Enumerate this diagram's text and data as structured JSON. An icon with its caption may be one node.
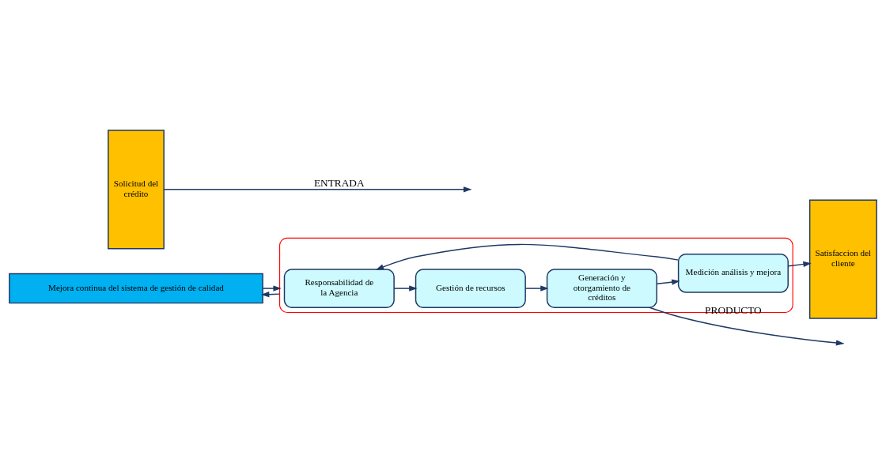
{
  "diagram": {
    "nodes": [
      {
        "text": [
          "Mejora continua del sistema de gestión de calidad"
        ]
      },
      {
        "text": [],
        "shape": "ellipse"
      },
      {
        "text": [
          "Responsabilidad de la Agencia"
        ],
        "in": 1
      },
      {
        "text": [
          "Gestión de recursos"
        ],
        "in": 1
      },
      {
        "text": [
          "Medición análisis y mejora"
        ],
        "in": 1
      },
      {
        "text": [
          "Generación y otorgamiento de créditos"
        ],
        "in": 1
      },
      {
        "text": [
          "Solicitud del crédito"
        ]
      },
      {
        "text": [
          "Satisfaccion del cliente"
        ]
      }
    ],
    "edges": [
      {
        "from": 0,
        "to": 1,
        "arrow": "to"
      },
      {
        "from": 1,
        "to": 0,
        "arrow": "to"
      },
      {
        "from": 2,
        "to": 3,
        "arrow": "to"
      },
      {
        "from": 3,
        "to": 5,
        "arrow": "to"
      },
      {
        "from": 5,
        "to": 4,
        "arrow": "to"
      },
      {
        "from": 4,
        "to": 2,
        "arrow": "to"
      },
      {
        "from": 4,
        "to": 7,
        "arrow": "to"
      },
      {
        "from": 6,
        "to": null,
        "arrow": "to",
        "label": "ENTRADA"
      },
      {
        "from": 5,
        "to": null,
        "arrow": "to",
        "label": "PRODUCTO"
      }
    ]
  }
}
